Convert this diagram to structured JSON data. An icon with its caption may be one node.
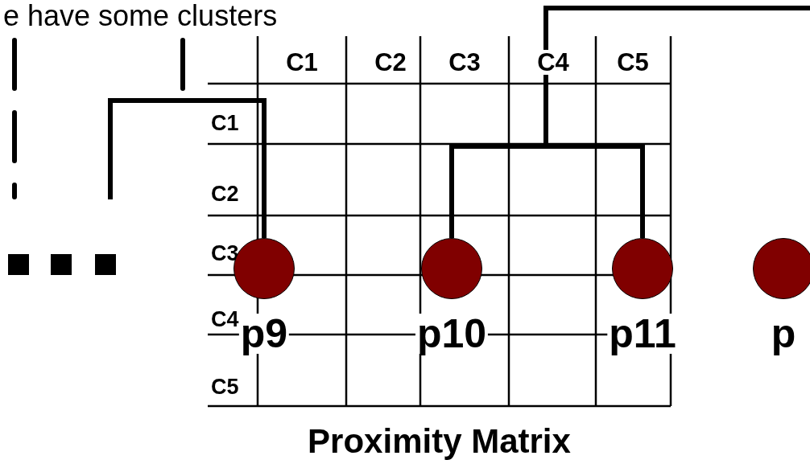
{
  "diagram": {
    "title": "e have some clusters",
    "caption": "Proximity Matrix",
    "nodes": [
      {
        "text": [
          "p9"
        ]
      },
      {
        "text": [
          "p10"
        ]
      },
      {
        "text": [
          "p11"
        ]
      },
      {
        "text": [
          "p"
        ]
      }
    ],
    "edges": [
      {
        "from": 1,
        "to": 2,
        "arrow": "none"
      },
      {
        "from": 0,
        "to": null,
        "arrow": "none"
      }
    ],
    "labels": [
      "C1",
      "C2",
      "C3",
      "C4",
      "C5",
      "C1",
      "C2",
      "C3",
      "C4",
      "C5"
    ]
  }
}
